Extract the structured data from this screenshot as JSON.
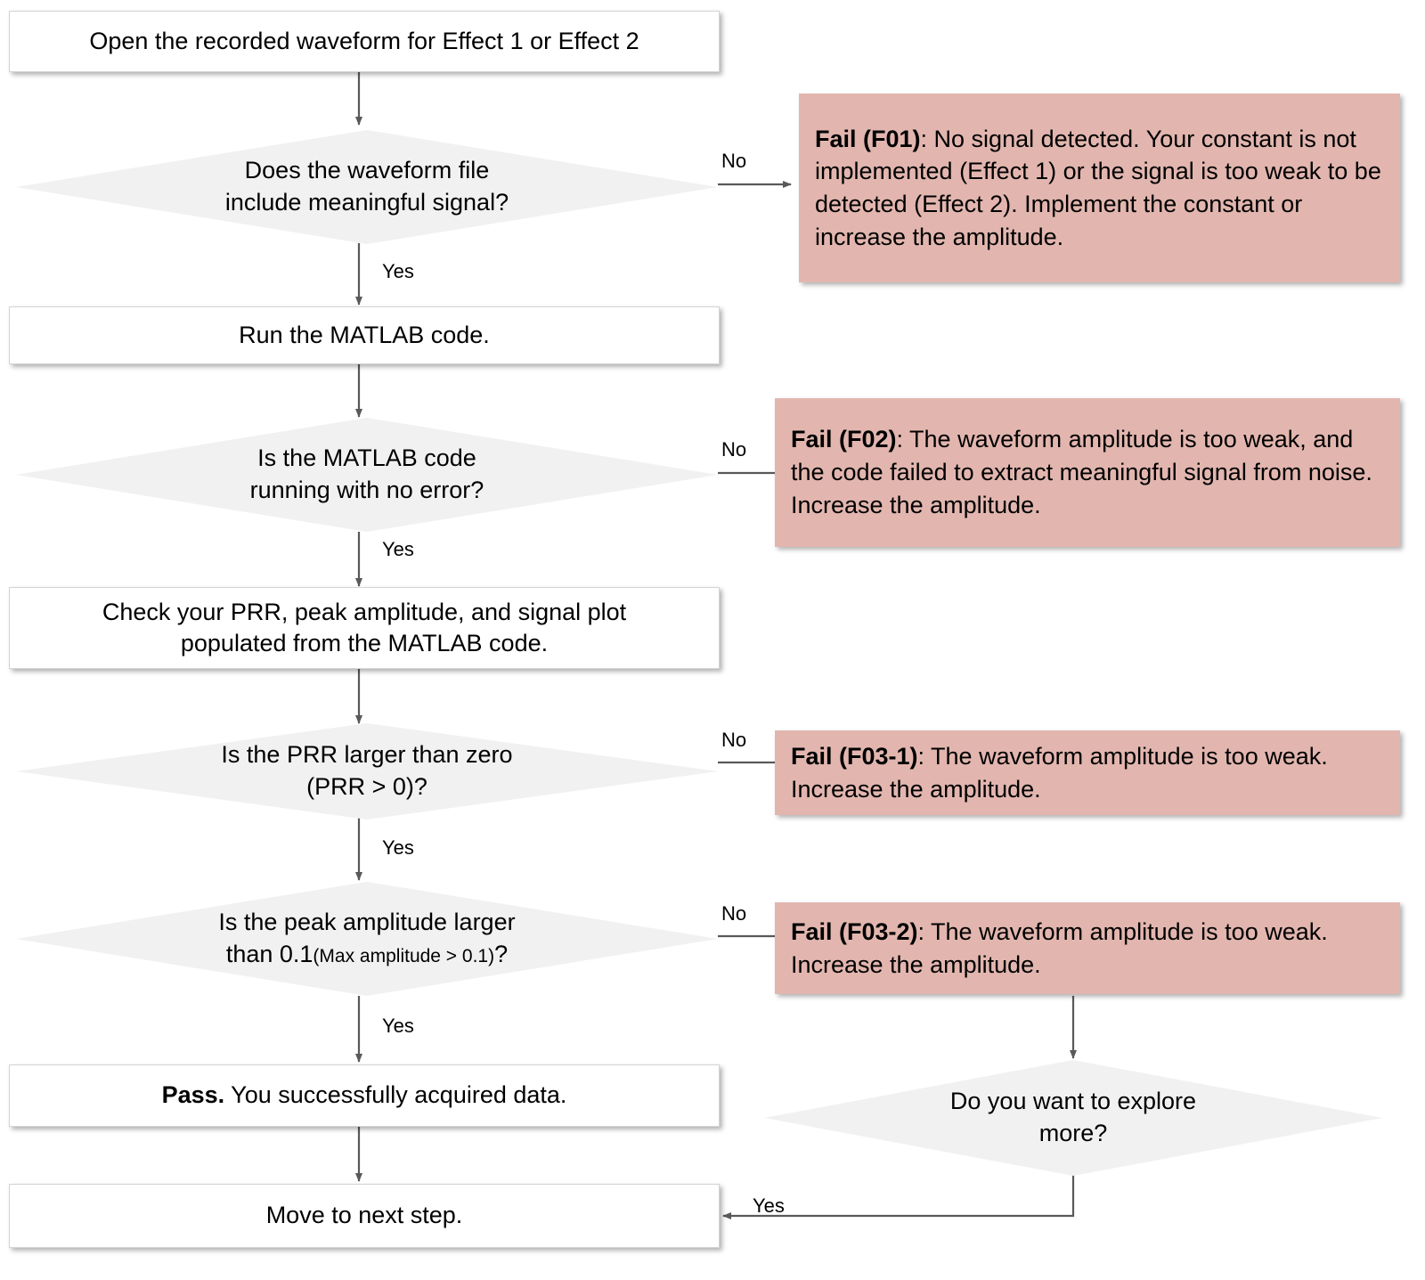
{
  "diagram": {
    "title": "Waveform acquisition troubleshooting flowchart",
    "colors": {
      "fail_box": "#e2b6af",
      "decision_fill": "#f1f1f1",
      "process_fill": "#ffffff",
      "line": "#595959"
    }
  },
  "nodes": {
    "start": {
      "label": "Open the recorded waveform for Effect 1 or Effect 2"
    },
    "d1": {
      "line1": "Does the waveform file",
      "line2": "include meaningful signal?"
    },
    "f01": {
      "bold": "Fail (F01)",
      "text": ": No signal detected. Your constant is not implemented (Effect 1) or the signal is too weak to be detected (Effect 2). Implement the constant or increase the amplitude."
    },
    "run": {
      "label": "Run the MATLAB code."
    },
    "d2": {
      "line1": "Is the MATLAB code",
      "line2": "running with no error?"
    },
    "f02": {
      "bold": "Fail (F02)",
      "text": ": The waveform amplitude is too weak, and the code failed to extract meaningful signal from noise. Increase the amplitude."
    },
    "check": {
      "line1": "Check your PRR, peak amplitude, and signal plot",
      "line2": "populated from the MATLAB code."
    },
    "d3": {
      "line1": "Is the PRR  larger than zero",
      "line2": "(PRR > 0)?"
    },
    "f031": {
      "bold": "Fail (F03-1)",
      "text": ": The waveform amplitude is too weak. Increase the amplitude."
    },
    "d4": {
      "line1": "Is the peak amplitude larger",
      "line2_main": "than 0.1",
      "line2_small": "(Max amplitude > 0.1)",
      "line2_tail": "?"
    },
    "f032": {
      "bold": "Fail (F03-2)",
      "text": ": The waveform amplitude is too weak. Increase the amplitude."
    },
    "pass": {
      "bold": "Pass.",
      "text": " You successfully acquired data."
    },
    "next": {
      "label": "Move to next step."
    },
    "d5": {
      "line1": "Do you want to explore",
      "line2": "more?"
    }
  },
  "edge_labels": {
    "d1_no": "No",
    "d1_yes": "Yes",
    "d2_no": "No",
    "d2_yes": "Yes",
    "d3_no": "No",
    "d3_yes": "Yes",
    "d4_no": "No",
    "d4_yes": "Yes",
    "d5_yes": "Yes"
  }
}
